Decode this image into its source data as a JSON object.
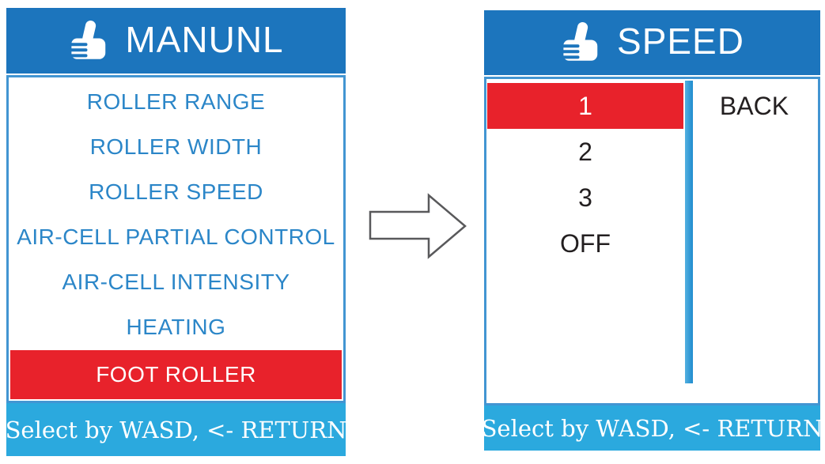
{
  "left_panel": {
    "title": "MANUNL",
    "items": [
      {
        "label": "ROLLER RANGE",
        "selected": false
      },
      {
        "label": "ROLLER WIDTH",
        "selected": false
      },
      {
        "label": "ROLLER SPEED",
        "selected": false
      },
      {
        "label": "AIR-CELL PARTIAL CONTROL",
        "selected": false
      },
      {
        "label": "AIR-CELL INTENSITY",
        "selected": false
      },
      {
        "label": "HEATING",
        "selected": false
      },
      {
        "label": "FOOT ROLLER",
        "selected": true
      }
    ],
    "footer": "Select by WASD, <- RETURN"
  },
  "right_panel": {
    "title": "SPEED",
    "options": [
      {
        "label": "1",
        "selected": true
      },
      {
        "label": "2",
        "selected": false
      },
      {
        "label": "3",
        "selected": false
      },
      {
        "label": "OFF",
        "selected": false
      }
    ],
    "back_label": "BACK",
    "footer": "Select by WASD, <- RETURN"
  },
  "icons": {
    "header_icon": "thumbs-up-icon",
    "transition_icon": "right-arrow-icon"
  },
  "colors": {
    "header_blue": "#1c75bd",
    "menu_text_blue": "#2b86c8",
    "body_border_blue": "#4295d2",
    "divider_blue": "#1f8cce",
    "footer_blue": "#2ba9de",
    "selected_red": "#e8222b",
    "option_text": "#231f20",
    "arrow_stroke": "#59595b"
  }
}
